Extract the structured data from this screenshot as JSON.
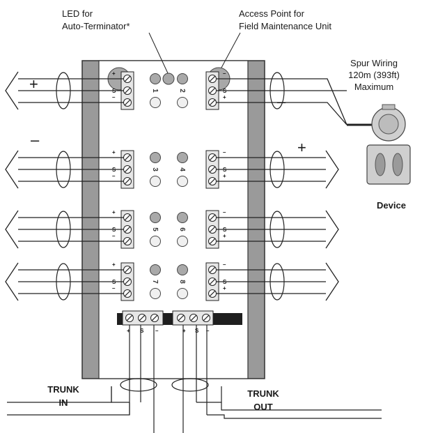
{
  "labels": {
    "led_line1": "LED for",
    "led_line2": "Auto-Terminator*",
    "access_line1": "Access Point for",
    "access_line2": "Field Maintenance Unit",
    "spur_line1": "Spur Wiring",
    "spur_line2": "120m (393ft)",
    "spur_line3": "Maximum",
    "device": "Device",
    "trunk_in_1": "TRUNK",
    "trunk_in_2": "IN",
    "trunk_out_1": "TRUNK",
    "trunk_out_2": "OUT",
    "plus": "+",
    "minus": "–"
  },
  "terminal_pins": {
    "plus": "+",
    "shield": "S",
    "minus": "–"
  },
  "spur_numbers": [
    "1",
    "2",
    "3",
    "4",
    "5",
    "6",
    "7",
    "8"
  ],
  "colors": {
    "housing": "#9a9a9a",
    "board": "#ffffff",
    "terminal": "#e6e6e6",
    "led_dark": "#a9a9a9",
    "led_light": "#f0f0f0",
    "wire": "#222222"
  }
}
